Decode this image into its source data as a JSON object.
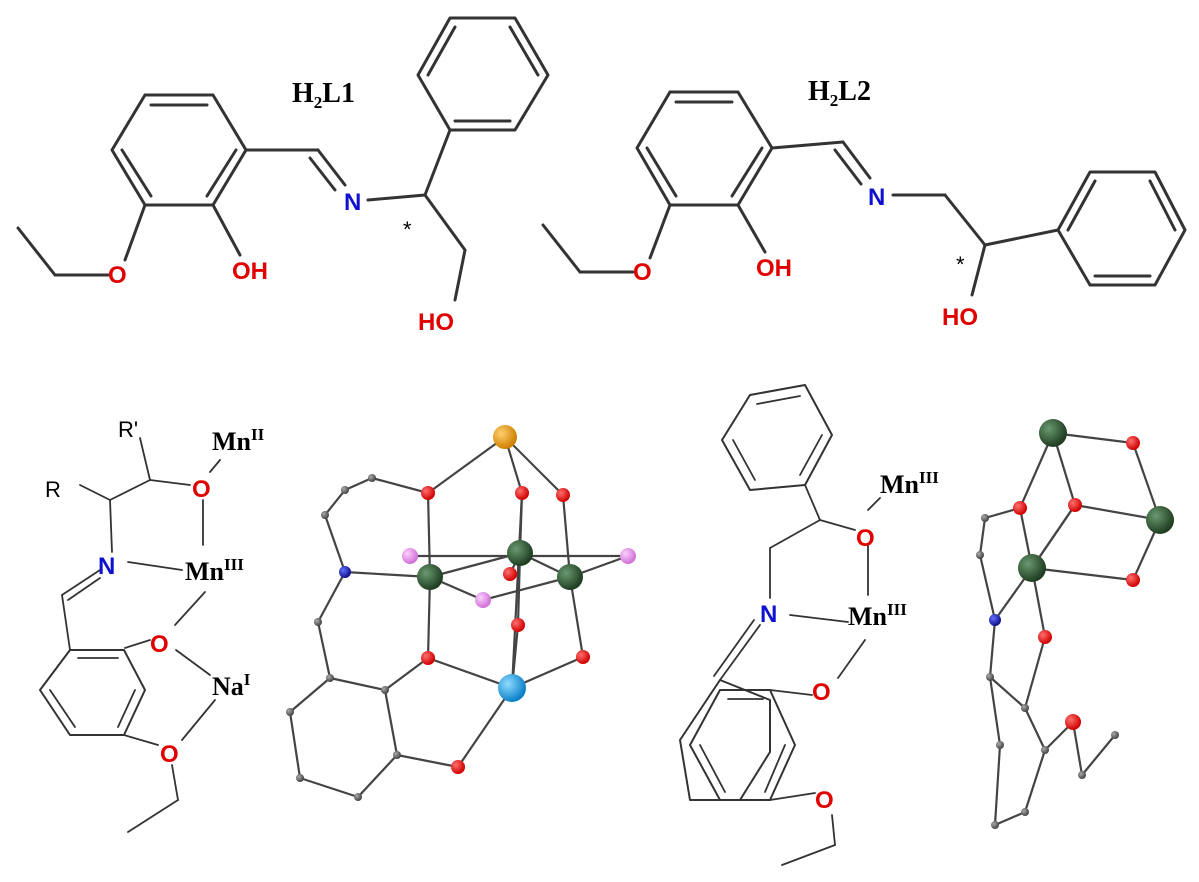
{
  "labels": {
    "h2l1": "H2L1",
    "h2l2": "H2L2",
    "oh": "OH",
    "ho": "HO",
    "o": "O",
    "n": "N",
    "star": "*",
    "r": "R",
    "rprime": "R'",
    "mn": "Mn",
    "na": "Na",
    "ox_ii": "II",
    "ox_iii": "III",
    "ox_i": "I"
  },
  "colors": {
    "oxygen": "#e00000",
    "nitrogen": "#1010d0",
    "mn_ball": "#2f5a33",
    "na_ball": "#1da0e8",
    "s_ball": "#f0a020",
    "f_ball": "#e080e0",
    "c_ball": "#777777"
  }
}
